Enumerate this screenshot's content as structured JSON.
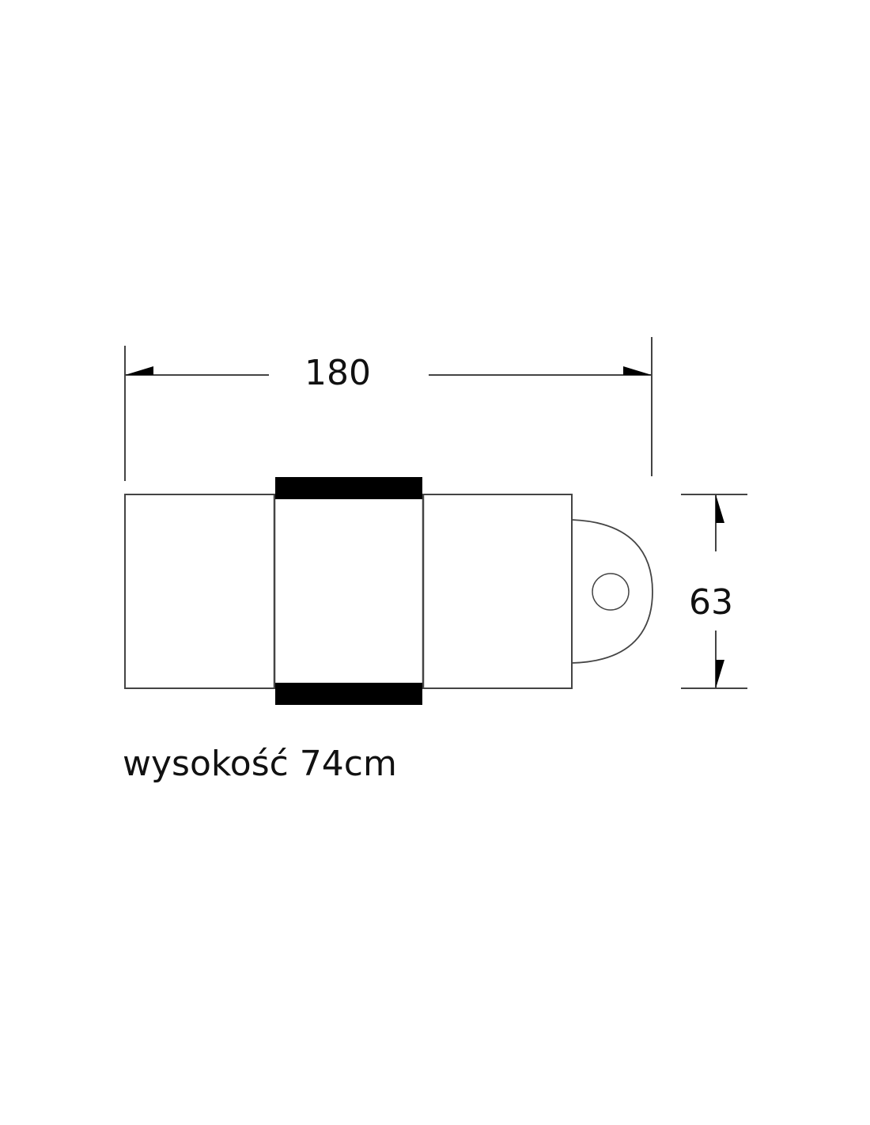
{
  "diagram": {
    "type": "dimension-drawing",
    "subject": "table top view",
    "dimensions": {
      "length": {
        "label": "180"
      },
      "width": {
        "label": "63"
      }
    },
    "caption": "wysokość 74cm",
    "colors": {
      "line": "#444444",
      "fill_band": "#000000",
      "background": "#ffffff"
    }
  }
}
